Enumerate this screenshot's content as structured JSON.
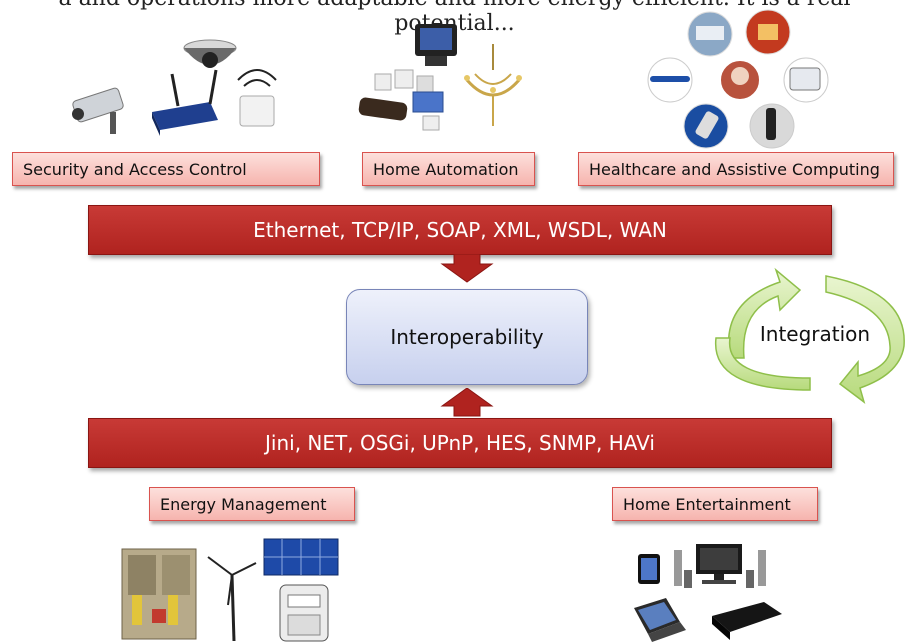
{
  "header_fragment": "a and operations more adaptable and more energy efficient. It is a real potential...",
  "categories": {
    "security": "Security and Access Control",
    "home_automation": "Home Automation",
    "healthcare": "Healthcare and Assistive Computing",
    "energy": "Energy Management",
    "entertainment": "Home Entertainment"
  },
  "bars": {
    "top": "Ethernet, TCP/IP, SOAP, XML, WSDL, WAN",
    "bottom": "Jini, NET, OSGi, UPnP, HES, SNMP, HAVi"
  },
  "center": "Interoperability",
  "integration": "Integration",
  "colors": {
    "bar_red": "#b0231f",
    "label_pink": "#f6b4ae",
    "center_blue": "#c7d0ee",
    "cycle_green": "#c8e49a"
  }
}
